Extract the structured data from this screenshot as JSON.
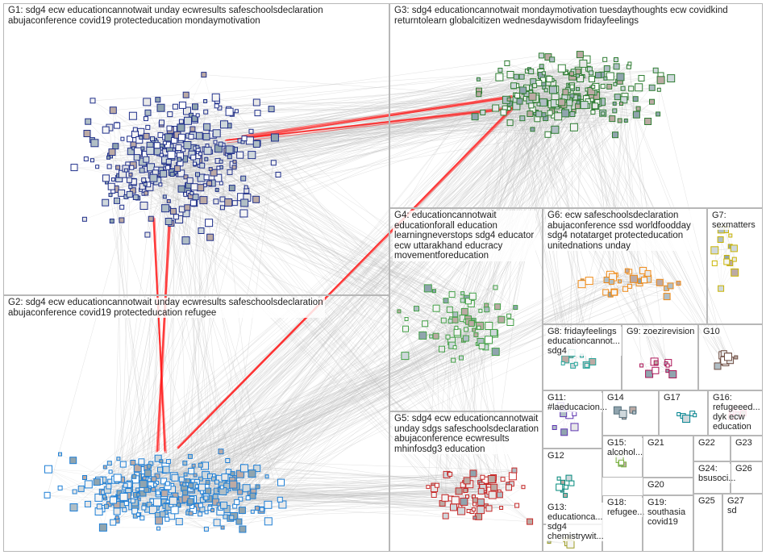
{
  "graph": {
    "colors": {
      "G1": "#1f2f8a",
      "G2": "#1e7fd6",
      "G3": "#2e7d32",
      "G4": "#43a047",
      "G5": "#c62828",
      "G6": "#ef8a17",
      "G7": "#c9b400",
      "G8": "#26a69a",
      "G9": "#ad1457",
      "G10": "#6d4c41",
      "G11": "#5e35b1",
      "G12": "#00897b",
      "G13": "#9e9d24",
      "G14": "#546e7a",
      "G15": "#7cb342",
      "G16": "#f06292",
      "G17": "#00838f",
      "edge": "#bdbdbd",
      "bridge": "#ff1a1a"
    }
  },
  "groups": [
    {
      "id": "G1",
      "label": "G1: sdg4 ecw educationcannotwait unday ecwresults safeschoolsdeclaration\nabujaconference covid19 protecteducation mondaymotivation"
    },
    {
      "id": "G2",
      "label": "G2: sdg4 ecw educationcannotwait unday ecwresults safeschoolsdeclaration\nabujaconference covid19 protecteducation refugee"
    },
    {
      "id": "G3",
      "label": "G3: sdg4 educationcannotwait mondaymotivation tuesdaythoughts ecw covidkind\nreturntolearn globalcitizen wednesdaywisdom fridayfeelings"
    },
    {
      "id": "G4",
      "label": "G4: educationcannotwait\neducationforall education\nlearningneverstops sdg4 educator\necw uttarakhand educracy\nmovementforeducation"
    },
    {
      "id": "G5",
      "label": "G5: sdg4 ecw educationcannotwait\nunday sdgs safeschoolsdeclaration\nabujaconference ecwresults\nmhinfosdg3 education"
    },
    {
      "id": "G6",
      "label": "G6: ecw safeschoolsdeclaration\nabujaconference ssd worldfoodday\nsdg4 notatarget protecteducation\nunitednations unday"
    },
    {
      "id": "G7",
      "label": "G7:\nsexmatters"
    },
    {
      "id": "G8",
      "label": "G8: fridayfeelings\neducationcannot...\nsdg4"
    },
    {
      "id": "G9",
      "label": "G9: zoezirevision"
    },
    {
      "id": "G10",
      "label": "G10"
    },
    {
      "id": "G11",
      "label": "G11:\n#laeducacion..."
    },
    {
      "id": "G12",
      "label": "G12"
    },
    {
      "id": "G13",
      "label": "G13:\neducationca...\nsdg4\nchemistrywit..."
    },
    {
      "id": "G14",
      "label": "G14"
    },
    {
      "id": "G15",
      "label": "G15:\nalcohol..."
    },
    {
      "id": "G16",
      "label": "G16:\nrefugeeed...\ndyk ecw\neducation"
    },
    {
      "id": "G17",
      "label": "G17"
    },
    {
      "id": "G18",
      "label": "G18:\nrefugee..."
    },
    {
      "id": "G19",
      "label": "G19:\nsouthasia\ncovid19"
    },
    {
      "id": "G20",
      "label": "G20"
    },
    {
      "id": "G21",
      "label": "G21"
    },
    {
      "id": "G22",
      "label": "G22"
    },
    {
      "id": "G23",
      "label": "G23"
    },
    {
      "id": "G24",
      "label": "G24:\nbsusoci..."
    },
    {
      "id": "G25",
      "label": "G25"
    },
    {
      "id": "G26",
      "label": "G26"
    },
    {
      "id": "G27",
      "label": "G27\nsd"
    }
  ]
}
